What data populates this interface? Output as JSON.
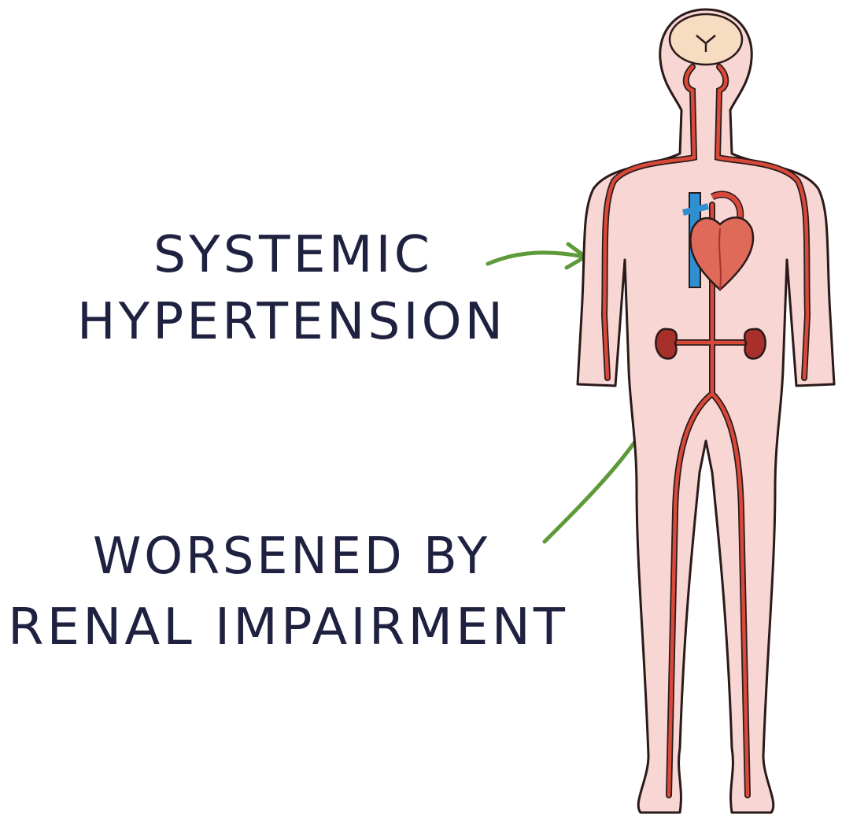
{
  "labels": {
    "top_line1": "SYSTEMIC",
    "top_line2": "HYPERTENSION",
    "bottom_line1": "WORSENED BY",
    "bottom_line2": "RENAL IMPAIRMENT"
  },
  "colors": {
    "skin": "#f7d6d3",
    "outline": "#2a1a1a",
    "artery": "#d9493a",
    "vein": "#2f8fd0",
    "kidney": "#a8302a",
    "brain": "#f6dcc0",
    "arrow": "#5e9a3a",
    "text": "#1f2140"
  },
  "icons": [
    "human-body-illustration",
    "heart-icon",
    "brain-icon",
    "kidney-icon",
    "arrow-icon"
  ]
}
